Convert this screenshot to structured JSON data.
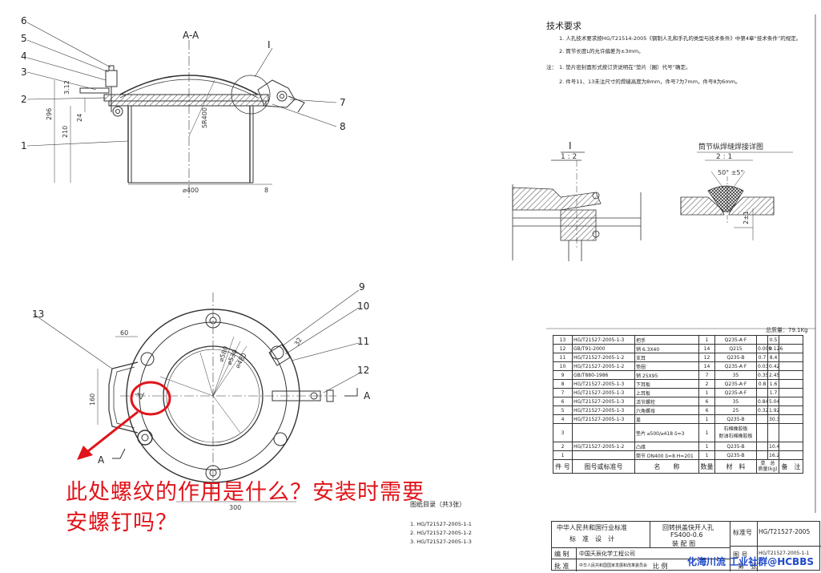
{
  "drawing": {
    "section_label": "A-A",
    "section_arrow": "A",
    "detail_label": "I",
    "detail_scale": "1 : 2",
    "weld_detail_title": "筒节纵焊缝焊接详图",
    "weld_scale": "2 : 1",
    "weld_angle": "50° ±5°",
    "weld_gap": "2±1",
    "dims": {
      "d400": "⌀400",
      "d296": "296",
      "d210": "210",
      "d24": "24",
      "d312": "3.12",
      "sr400": "SR400",
      "d8": "8",
      "d60": "60",
      "d160": "160",
      "d300": "300",
      "d580": "⌀580",
      "d530": "⌀530",
      "d480": "⌀480",
      "d32": "32"
    },
    "part_numbers": [
      "1",
      "2",
      "3",
      "4",
      "5",
      "6",
      "7",
      "8",
      "9",
      "10",
      "11",
      "12",
      "13"
    ],
    "total_weight": "总质量：79.1Kg"
  },
  "notes": {
    "title": "技术要求",
    "n1": "1. 人孔技术要求按HG/T21514-2005《钢制人孔和手孔的类型与技术条件》中第4章“技术条件”的规定。",
    "n2": "2. 筒节长度L的允许偏差为±3mm。",
    "remark_label": "注：",
    "r1": "1. 垫片密封面形式按订货说明在“垫片（圈）代号”确定。",
    "r2": "2. 件号11、13未注尺寸的焊缝高度为8mm，件号7为7mm，件号8为6mm。"
  },
  "bom": {
    "rows": [
      [
        "13",
        "HG/T21527-2005-1-3",
        "把手",
        "1",
        "Q235-A·F",
        "",
        "0.5"
      ],
      [
        "12",
        "GB/T91-2000",
        "销 6.3X40",
        "14",
        "Q215",
        "0.009",
        "0.126"
      ],
      [
        "11",
        "HG/T21527-2005-1-2",
        "支耳",
        "12",
        "Q235-B",
        "0.7",
        "8.4"
      ],
      [
        "10",
        "HG/T21527-2005-1-2",
        "垫圈",
        "14",
        "Q235-A·F",
        "0.03",
        "0.42"
      ],
      [
        "9",
        "GB/T880-1986",
        "销 25X95",
        "7",
        "35",
        "0.35",
        "2.45"
      ],
      [
        "8",
        "HG/T21527-2005-1-3",
        "下耳板",
        "2",
        "Q235-A·F",
        "0.8",
        "1.6"
      ],
      [
        "7",
        "HG/T21527-2005-1-3",
        "上耳板",
        "1",
        "Q235-A·F",
        "",
        "1.7"
      ],
      [
        "6",
        "HG/T21527-2005-1-3",
        "活节螺栓",
        "6",
        "35",
        "0.84",
        "5.04"
      ],
      [
        "5",
        "HG/T21527-2005-1-3",
        "六角螺母",
        "6",
        "25",
        "0.32",
        "1.92"
      ],
      [
        "4",
        "HG/T21527-2005-1-3",
        "盖",
        "1",
        "Q235-B",
        "",
        "30.3"
      ]
    ],
    "row3": {
      "no": "3",
      "name": "垫片 ⌀500/⌀418 δ=3",
      "qty": "1",
      "mat_a": "石棉橡胶板",
      "mat_b": "耐油石棉橡胶板"
    },
    "row2": [
      "2",
      "HG/T21527-2005-1-2",
      "凸缘",
      "1",
      "Q235-B",
      "",
      "10.4"
    ],
    "row1": [
      "1",
      "",
      "筒节 DN400 δ=8 H=201",
      "1",
      "Q235-B",
      "",
      "16.2"
    ],
    "header": {
      "no": "件 号",
      "std": "图号或标准号",
      "name": "名　　称",
      "qty": "数量",
      "mat": "材　料",
      "unit_w": "单　总",
      "weight_label": "质量(kg)",
      "remark": "备　注"
    }
  },
  "drawing_list": {
    "title": "图纸目录（共3张）",
    "items": [
      "1. HG/T21527-2005-1-1",
      "2. HG/T21527-2005-1-2",
      "3. HG/T21527-2005-1-3"
    ]
  },
  "title_block": {
    "org1": "中华人民共和国行业标准",
    "org2": "标　准　设　计",
    "product": "回转拱盖快开人孔",
    "model": "FS400-0.6",
    "sheet_name": "装 配 图",
    "std_label": "标准号",
    "std_no": "HG/T21527-2005",
    "fig_label": "图 号",
    "fig_no": "HG/T21527-2005-1-1",
    "edit_label": "编 制",
    "editor": "中国天辰化学工程公司",
    "approve_label": "批 准",
    "approver": "中华人民共和国国家发展和改革委员会",
    "scale_label": "比 例",
    "sheet_label": "第　张"
  },
  "annotation": {
    "line1": "此处螺纹的作用是什么？安装时需要",
    "line2": "安螺钉吗？",
    "color": "#e0141a"
  },
  "watermark": "化海川流 工业社群@HCBBS"
}
